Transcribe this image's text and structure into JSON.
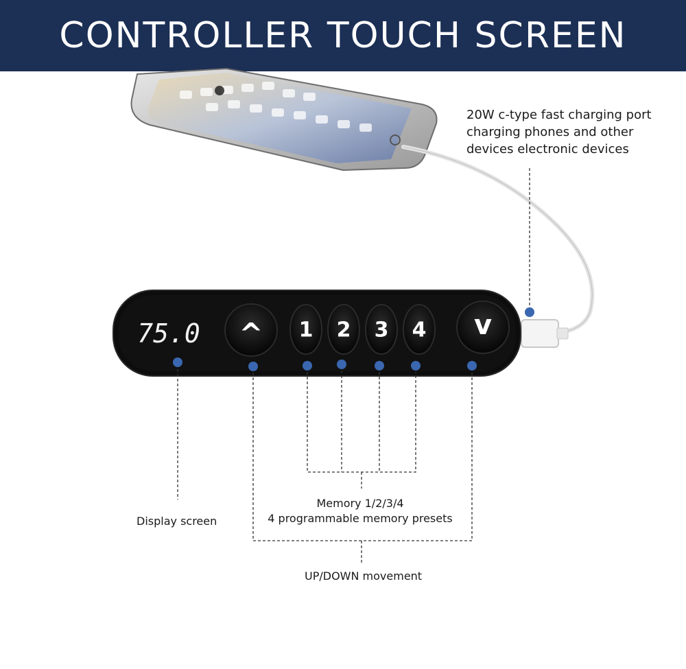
{
  "header": {
    "title": "CONTROLLER TOUCH SCREEN"
  },
  "display": {
    "value": "75.0"
  },
  "buttons": {
    "up": "^",
    "memory": [
      "1",
      "2",
      "3",
      "4"
    ],
    "down": "v"
  },
  "callouts": {
    "charging_port": [
      "20W c-type fast charging port",
      "charging phones and other",
      "devices electronic devices"
    ],
    "display_screen": "Display screen",
    "memory_title": "Memory 1/2/3/4",
    "memory_desc": "4 programmable memory presets",
    "updown": "UP/DOWN movement"
  },
  "colors": {
    "banner": "#1c2f55",
    "marker": "#3a67b0",
    "controller": "#111111"
  }
}
